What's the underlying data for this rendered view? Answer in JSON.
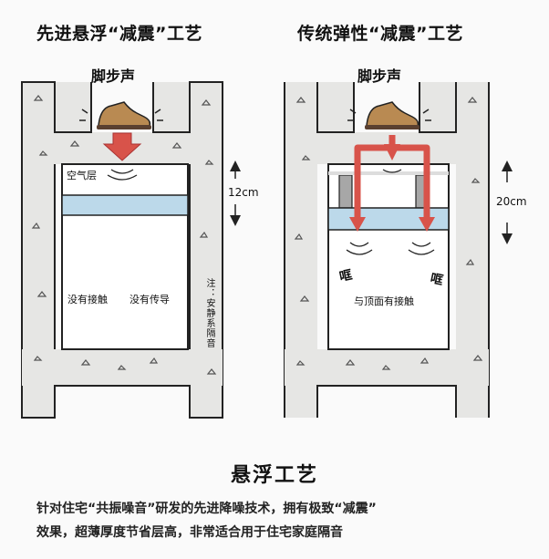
{
  "left": {
    "title": "先进悬浮“减震”工艺",
    "footstep": "脚步声",
    "air_layer": "空气层",
    "measure": "12cm",
    "no_contact": "没有接触",
    "no_conduct": "没有传导",
    "side_note": "注：安静系隔音"
  },
  "right": {
    "title": "传统弹性“减震”工艺",
    "footstep": "脚步声",
    "measure": "20cm",
    "sound_left": "哐",
    "sound_right": "哐",
    "contact": "与顶面有接触"
  },
  "footer": {
    "title": "悬浮工艺",
    "line1": "针对住宅“共振噪音”研发的先进降噪技术，拥有极致“减震”",
    "line2": "效果，超薄厚度节省层高，非常适合用于住宅家庭隔音"
  },
  "colors": {
    "wall": "#e6e6e4",
    "blue_layer": "#bcd9ea",
    "arrow": "#d8534a",
    "outline": "#222222"
  }
}
